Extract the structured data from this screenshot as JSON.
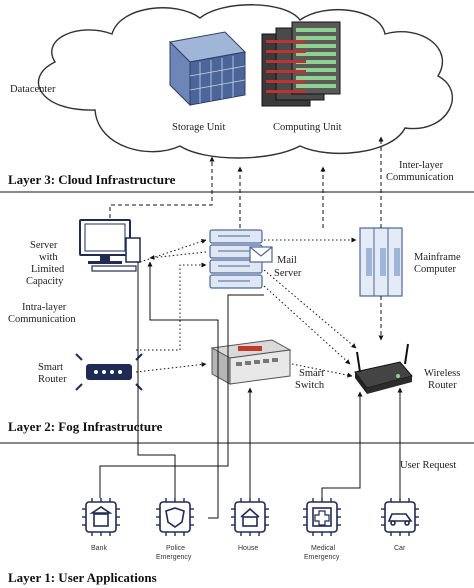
{
  "cloud": {
    "datacenter": "Datacenter",
    "storage_unit": "Storage Unit",
    "computing_unit": "Computing Unit"
  },
  "layers": {
    "layer3": "Layer 3: Cloud Infrastructure",
    "layer2": "Layer 2: Fog Infrastructure",
    "layer1": "Layer 1: User Applications"
  },
  "annotations": {
    "inter_layer_1": "Inter-layer",
    "inter_layer_2": "Communication",
    "intra_layer_1": "Intra-layer",
    "intra_layer_2": "Communication",
    "user_request": "User Request"
  },
  "fog": {
    "server_limited_1": "Server",
    "server_limited_2": "with",
    "server_limited_3": "Limited",
    "server_limited_4": "Capacity",
    "mail_server_1": "Mail",
    "mail_server_2": "Server",
    "mainframe_1": "Mainframe",
    "mainframe_2": "Computer",
    "smart_router_1": "Smart",
    "smart_router_2": "Router",
    "smart_switch_1": "Smart",
    "smart_switch_2": "Switch",
    "wireless_router_1": "Wireless",
    "wireless_router_2": "Router"
  },
  "users": {
    "bank": "Bank",
    "police_1": "Police",
    "police_2": "Emergency",
    "house": "House",
    "medical_1": "Medical",
    "medical_2": "Emergency",
    "car": "Car"
  }
}
